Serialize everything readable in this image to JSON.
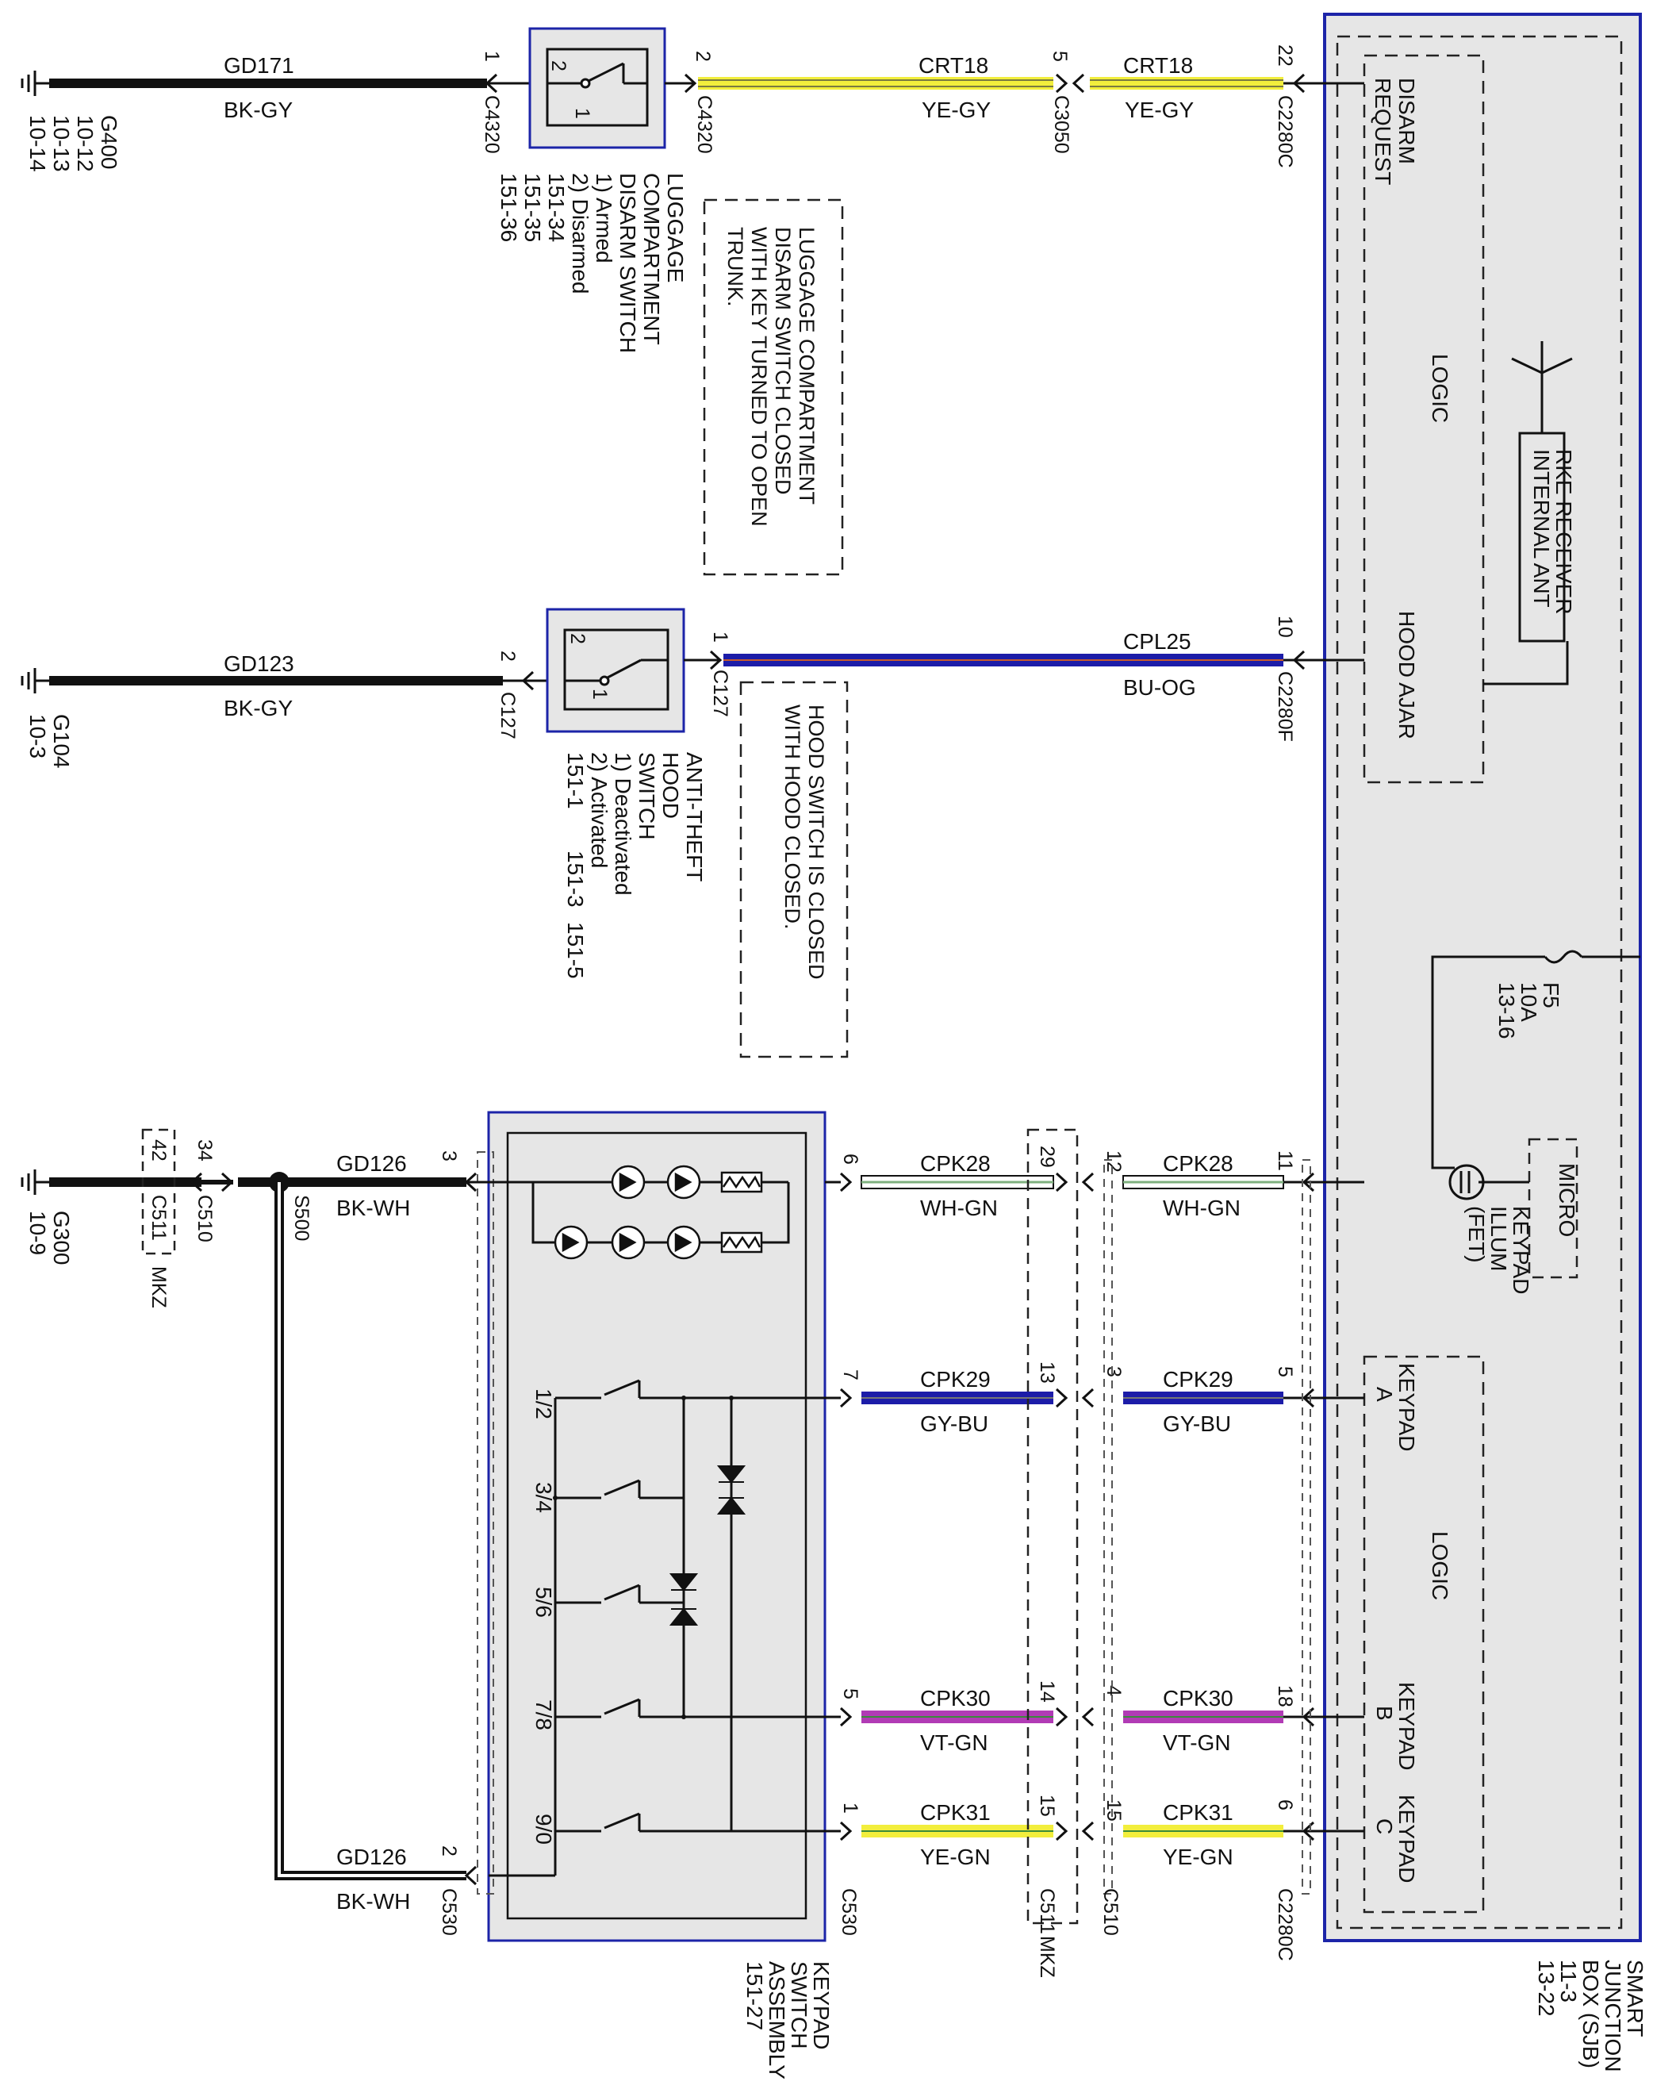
{
  "colors": {
    "black": "#111111",
    "yellow": "#f2ee3c",
    "blue": "#1c1ca8",
    "purple": "#b13bb5",
    "gray": "#9a9a9a",
    "module_border": "#1c24a8",
    "module_fill": "#e6e6e6"
  },
  "grounds": {
    "g400": {
      "name": "G400",
      "refs": [
        "10-12",
        "10-13",
        "10-14"
      ]
    },
    "g104": {
      "name": "G104",
      "refs": [
        "10-3"
      ]
    },
    "g300": {
      "name": "G300",
      "refs": [
        "10-9"
      ]
    }
  },
  "luggage": {
    "ground_circuit": "GD171",
    "ground_color": "BK-GY",
    "pin_in": "1",
    "conn_in": "C4320",
    "pin_out": "2",
    "conn_out": "C4320",
    "switch_name": [
      "LUGGAGE",
      "COMPARTMENT",
      "DISARM SWITCH"
    ],
    "states": [
      "1) Armed",
      "2) Disarmed"
    ],
    "refs": [
      "151-34",
      "151-35",
      "151-36"
    ],
    "note": [
      "LUGGAGE COMPARTMENT",
      "DISARM SWITCH CLOSED",
      "WITH KEY TURNED TO OPEN",
      "TRUNK."
    ],
    "wire1": {
      "circuit": "CRT18",
      "color": "YE-GY",
      "pin_end": "5",
      "conn": "C3050"
    },
    "wire2": {
      "circuit": "CRT18",
      "color": "YE-GY",
      "pin_end": "22",
      "conn": "C2280C"
    }
  },
  "hood": {
    "ground_circuit": "GD123",
    "ground_color": "BK-GY",
    "pin_in": "2",
    "conn_in": "C127",
    "pin_out": "1",
    "conn_out": "C127",
    "switch_name": [
      "ANTI-THEFT",
      "HOOD",
      "SWITCH"
    ],
    "states": [
      "1) Deactivated",
      "2) Activated"
    ],
    "refs": [
      "151-1",
      "151-3",
      "151-5"
    ],
    "note": [
      "HOOD SWITCH IS CLOSED",
      "WITH HOOD CLOSED."
    ],
    "wire": {
      "circuit": "CPL25",
      "color": "BU-OG",
      "pin_end": "10",
      "conn": "C2280F"
    }
  },
  "sjb": {
    "name": [
      "SMART",
      "JUNCTION",
      "BOX (SJB)"
    ],
    "refs": [
      "11-3",
      "13-22"
    ],
    "disarm_request": [
      "DISARM",
      "REQUEST"
    ],
    "logic": "LOGIC",
    "hood_ajar": "HOOD AJAR",
    "rke": [
      "RKE RECEIVER",
      "INTERNAL ANT"
    ],
    "fuse": [
      "F5",
      "10A",
      "13-16"
    ],
    "micro": "MICRO",
    "keypad_illum": [
      "KEYPAD",
      "ILLUM",
      "(FET)"
    ],
    "keypad_a": [
      "KEYPAD",
      "A"
    ],
    "keypad_b": [
      "KEYPAD",
      "B"
    ],
    "keypad_c": [
      "KEYPAD",
      "C"
    ]
  },
  "keypad": {
    "name": [
      "KEYPAD",
      "SWITCH",
      "ASSEMBLY"
    ],
    "ref": "151-27",
    "switch_labels": [
      "1/2",
      "3/4",
      "5/6",
      "7/8",
      "9/0"
    ],
    "ground_pin_top": "3",
    "ground_pin_bottom": "2",
    "conn_bottom": "C530"
  },
  "keypad_ground": {
    "circuit_top": "GD126",
    "color_top": "BK-WH",
    "circuit_bottom": "GD126",
    "color_bottom": "BK-WH",
    "splice": "S500",
    "c510_pin": "34",
    "c510": "C510",
    "c511_pin": "42",
    "c511": "C511",
    "mkz": "MKZ"
  },
  "inline": {
    "c511_label": "C511",
    "mkz_label": "MKZ",
    "c530_label": "C530",
    "c510_label": "C510",
    "c2280c_label": "C2280C"
  },
  "keypad_wires": [
    {
      "circuit": "CPK28",
      "color": "WH-GN",
      "pin_c530": "6",
      "pin_c511": "29",
      "pin_c510": "12",
      "pin_sjb": "11"
    },
    {
      "circuit": "CPK29",
      "color": "GY-BU",
      "pin_c530": "7",
      "pin_c511": "13",
      "pin_c510": "3",
      "pin_sjb": "5"
    },
    {
      "circuit": "CPK30",
      "color": "VT-GN",
      "pin_c530": "5",
      "pin_c511": "14",
      "pin_c510": "4",
      "pin_sjb": "18"
    },
    {
      "circuit": "CPK31",
      "color": "YE-GN",
      "pin_c530": "1",
      "pin_c511": "15",
      "pin_c510": "15",
      "pin_sjb": "6"
    }
  ]
}
